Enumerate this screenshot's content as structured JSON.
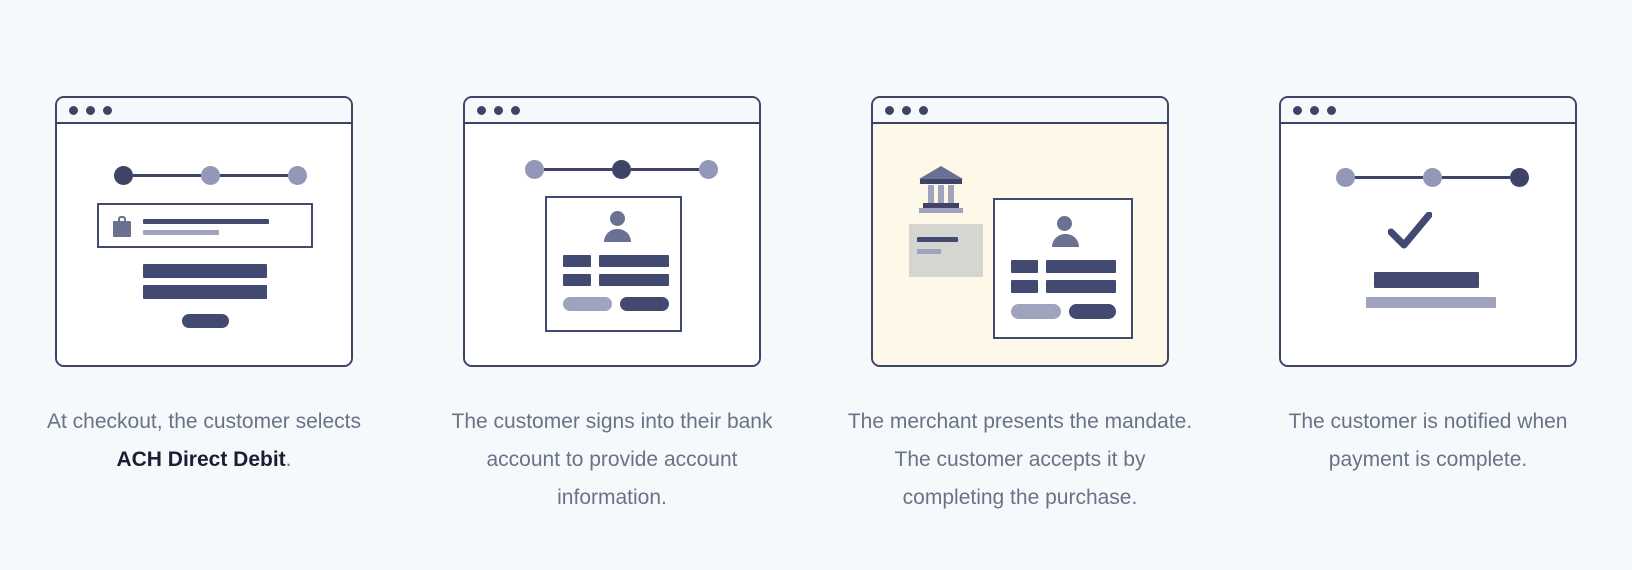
{
  "colors": {
    "page_background": "#F6F9FC",
    "frame_navy": "#3F4466",
    "bar_navy": "#434A72",
    "bar_light": "#9FA3BE",
    "icon_mid": "#6B7193",
    "highlight_yellow": "#FDF8E7",
    "note_gray": "#D5D5D2",
    "caption_text": "#697386",
    "caption_strong": "#1A1F36"
  },
  "steps": [
    {
      "id": "step-1-checkout",
      "window_dots": 3,
      "progress": {
        "total": 3,
        "active_index": 0
      },
      "icon": "shopping-bag-icon",
      "viewport_tone": "white",
      "caption": {
        "lead": "At checkout, the customer selects ",
        "strong": "ACH Direct Debit",
        "trail": ".",
        "full": "At checkout, the customer selects ACH Direct Debit."
      }
    },
    {
      "id": "step-2-sign-in",
      "window_dots": 3,
      "progress": {
        "total": 3,
        "active_index": 1
      },
      "icon": "person-avatar-icon",
      "viewport_tone": "white",
      "caption": {
        "lead": "The customer signs into their bank account to provide account information.",
        "strong": "",
        "trail": "",
        "full": "The customer signs into their bank account to provide account information."
      }
    },
    {
      "id": "step-3-mandate",
      "window_dots": 3,
      "progress": null,
      "icon": "bank-icon",
      "viewport_tone": "yellow",
      "caption": {
        "lead": "The merchant presents the mandate. The customer accepts it by completing the purchase.",
        "strong": "",
        "trail": "",
        "full": "The merchant presents the mandate. The customer accepts it by completing the purchase."
      }
    },
    {
      "id": "step-4-notified",
      "window_dots": 3,
      "progress": {
        "total": 3,
        "active_index": 2
      },
      "icon": "checkmark-icon",
      "viewport_tone": "white",
      "caption": {
        "lead": "The customer is notified when payment is complete.",
        "strong": "",
        "trail": "",
        "full": "The customer is notified when payment is complete."
      }
    }
  ]
}
